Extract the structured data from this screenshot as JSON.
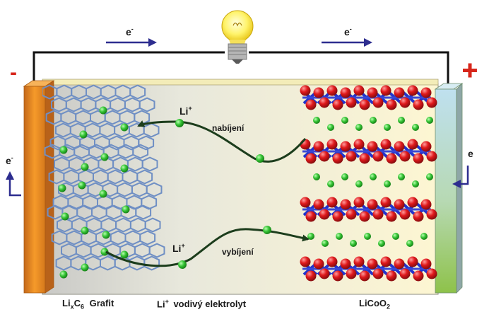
{
  "charge": {
    "electron": "e",
    "minus_sup": "-",
    "plus_sup": "+"
  },
  "terminals": {
    "negative": "-",
    "positive": "+"
  },
  "labels": {
    "li": "Li",
    "charging": "nabíjení",
    "discharging": "vybíjení"
  },
  "captions": {
    "anode_li": "Li",
    "anode_x": "x",
    "anode_c": "C",
    "anode_6": "6",
    "anode_name": "Grafit",
    "electrolyte_li": "Li",
    "electrolyte_plus": "+",
    "electrolyte_name": "vodivý elektrolyt",
    "cathode_main": "LiCoO",
    "cathode_sub": "2"
  },
  "colors": {
    "anode_plate": "#e8891c",
    "cathode_plate": "#9cc77a",
    "wire": "#111111",
    "arrow": "#2d2d8f",
    "ion": "#2fbf2f",
    "oxygen": "#d51c1c",
    "cobalt": "#2233cc",
    "graphite": "#6f8fc4",
    "minus": "#d7261b",
    "plus": "#d7261b"
  },
  "icons": {
    "bulb": "light-bulb-icon"
  }
}
